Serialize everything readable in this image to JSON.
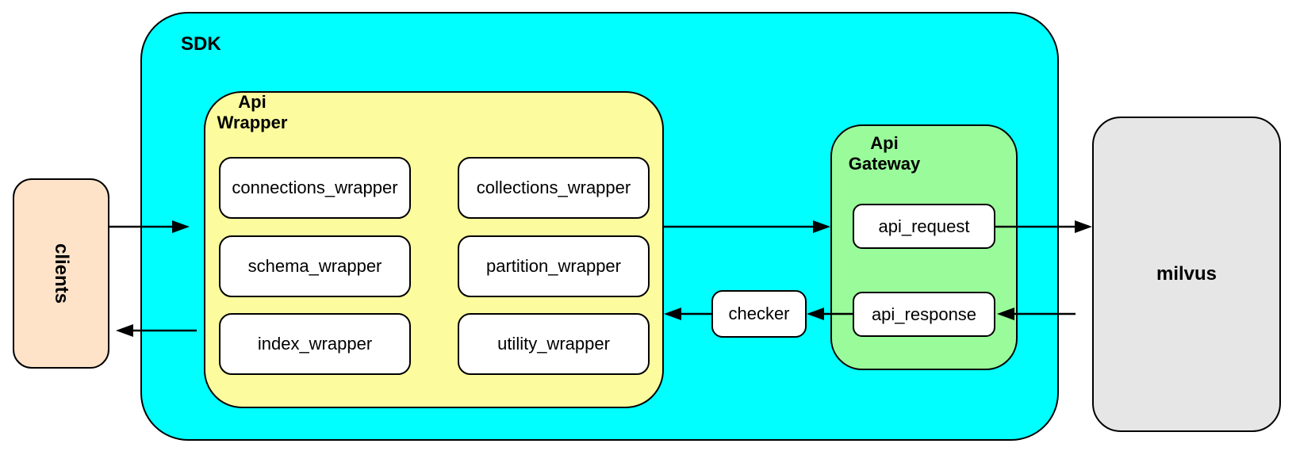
{
  "clients": {
    "label": "clients"
  },
  "sdk": {
    "label": "SDK"
  },
  "api_wrapper": {
    "label": [
      "Api",
      "Wrapper"
    ],
    "boxes": [
      "connections_wrapper",
      "collections_wrapper",
      "schema_wrapper",
      "partition_wrapper",
      "index_wrapper",
      "utility_wrapper"
    ]
  },
  "checker": {
    "label": "checker"
  },
  "api_gateway": {
    "label": [
      "Api",
      "Gateway"
    ],
    "boxes": [
      "api_request",
      "api_response"
    ]
  },
  "milvus": {
    "label": "milvus"
  },
  "colors": {
    "sdk": "#00FFFF",
    "api_wrapper": "#FCFC9E",
    "api_gateway": "#9AFB9A",
    "clients": "#FFE3C9",
    "milvus": "#E6E6E6",
    "node": "#FFFFFF",
    "border": "#000000"
  }
}
